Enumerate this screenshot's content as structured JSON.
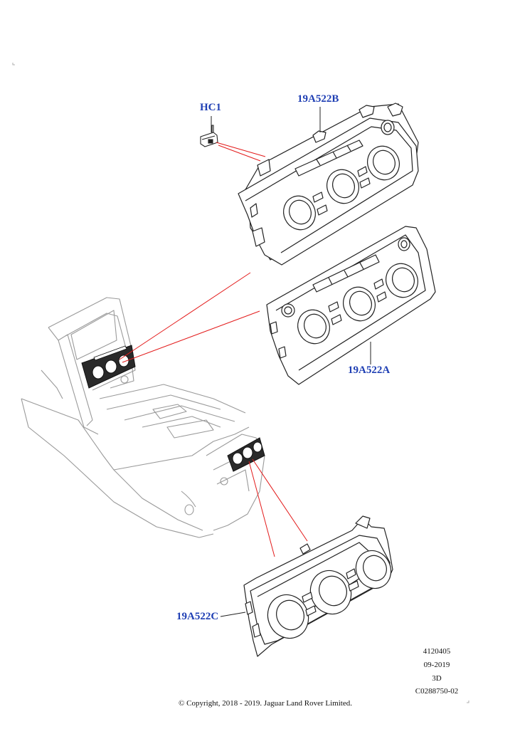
{
  "callouts": {
    "hc1": "HC1",
    "part_b": "19A522B",
    "part_a": "19A522A",
    "part_c": "19A522C"
  },
  "meta": {
    "illustration_number": "4120405",
    "date": "09-2019",
    "view": "3D",
    "reference": "C0288750-02"
  },
  "copyright": "© Copyright, 2018 - 2019. Jaguar Land Rover Limited.",
  "colors": {
    "callout_text": "#1f3fb4",
    "leader_line": "#e31b1b",
    "line_art": "#222222",
    "console_outline": "#9a9a9a"
  }
}
